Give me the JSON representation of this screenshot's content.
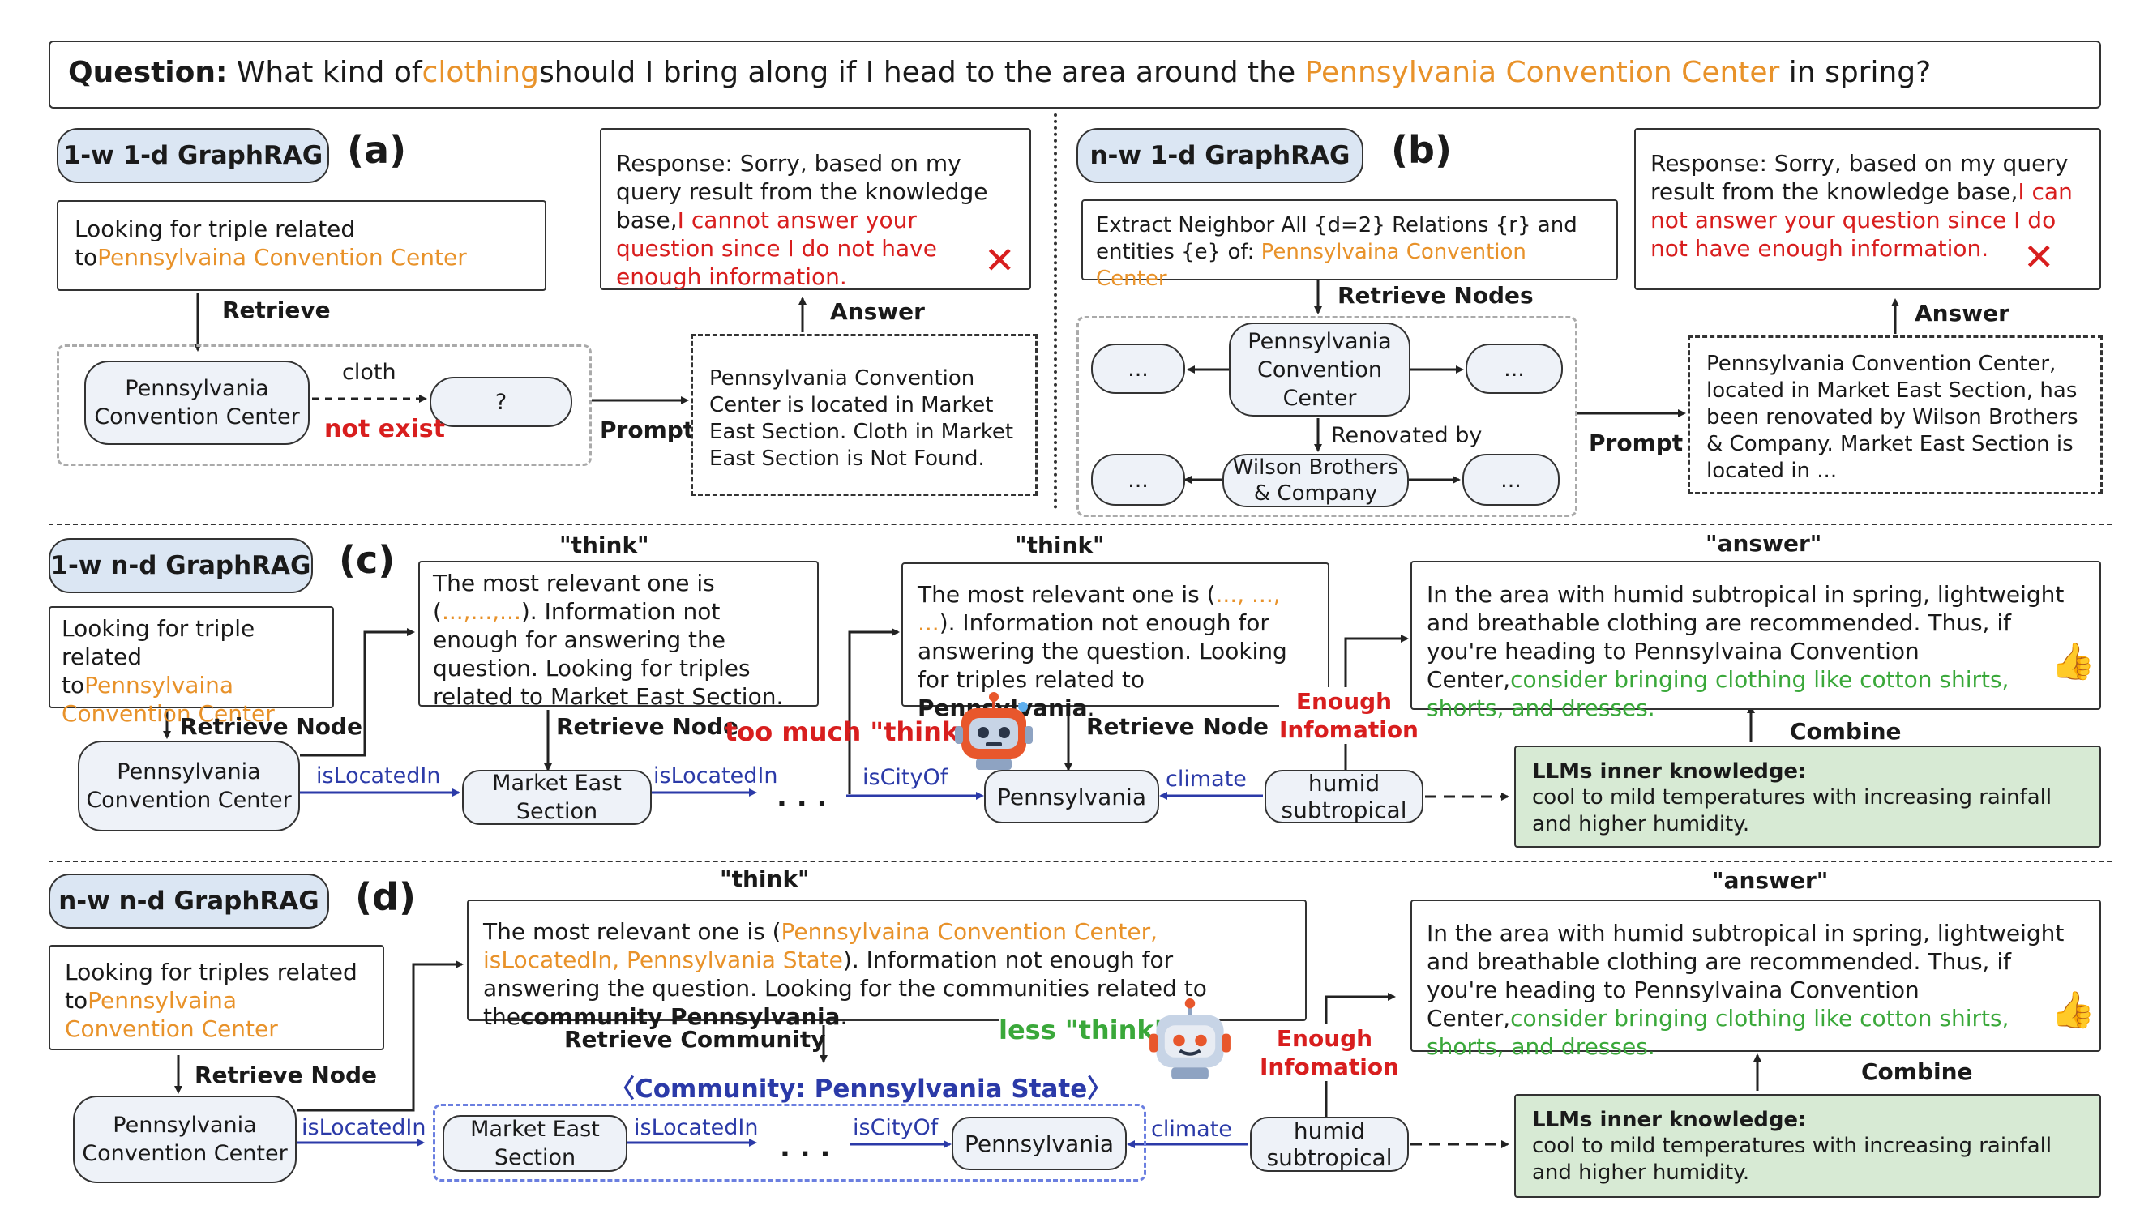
{
  "question": {
    "label": "Question:",
    "part1": " What kind of",
    "highlight1": "clothing",
    "part2": "should I bring along if I head to the area around the ",
    "highlight2": "Pennsylvania Convention Center",
    "part3": " in spring?"
  },
  "panel_a": {
    "pill": "1-w 1-d GraphRAG",
    "tag": "(a)",
    "query_text": "Looking for triple related to",
    "query_entity": "Pennsylvaina Convention Center",
    "retrieve": "Retrieve",
    "node_main": "Pennsylvania Convention Center",
    "edge_label": "cloth",
    "node_unknown": "?",
    "not_exist": "not exist",
    "prompt": "Prompt",
    "context": "Pennsylvania Convention Center is located in Market East Section. Cloth in Market East Section is Not Found.",
    "answer": "Answer",
    "response_black": "Response: Sorry, based on my query result from the knowledge base,",
    "response_red": "I cannot answer your question since I do not have enough information.",
    "cross": "✕"
  },
  "panel_b": {
    "pill": "n-w 1-d GraphRAG",
    "tag": "(b)",
    "query_text": "Extract Neighbor All {d=2} Relations {r} and entities {e} of: ",
    "query_entity": "Pennsylvaina Convention Center",
    "retrieve": "Retrieve Nodes",
    "node_center": "Pennsylvania Convention Center",
    "node_dots": "...",
    "edge_label": "Renovated by",
    "node_wilson": "Wilson Brothers & Company",
    "prompt": "Prompt",
    "context": "Pennsylvania Convention Center, located in Market East Section, has been renovated by Wilson Brothers & Company. Market East Section is located in ...",
    "answer": "Answer",
    "response_black": "Response: Sorry, based on my query result from the knowledge base,",
    "response_red": "I can not answer your question since I do not have enough information.",
    "cross": "✕"
  },
  "panel_c": {
    "pill": "1-w n-d GraphRAG",
    "tag": "(c)",
    "query_text": "Looking for triple related to",
    "query_entity": "Pennsylvaina Convention Center",
    "retrieve_node": "Retrieve Node",
    "think_label": "\"think\"",
    "think1_a": "The most relevant one is (",
    "think1_b": "...,...,...",
    "think1_c": "). Information not enough for answering the question. Looking for triples related to Market East Section.",
    "think2_a": "The most relevant one is (",
    "think2_b": "..., ..., ...",
    "think2_c": "). Information not enough for answering the question. Looking for triples related to ",
    "think2_d": "Pennsylvania",
    "think2_e": ".",
    "too_much": "too much \"think\"",
    "node_pcc": "Pennsylvania Convention Center",
    "edge1": "isLocatedIn",
    "node_mes": "Market East Section",
    "edge2": "isLocatedIn",
    "dots": ". . .",
    "edge3": "isCityOf",
    "node_pa": "Pennsylvania",
    "edge4": "climate",
    "node_humid": "humid subtropical",
    "enough": "Enough Infomation",
    "answer_label": "\"answer\"",
    "answer_black": "In the area with humid subtropical in spring, lightweight and breathable clothing are recommended. Thus, if you're heading to Pennsylvaina Convention Center,",
    "answer_green": "consider bringing clothing like cotton shirts, shorts, and dresses.",
    "combine": "Combine",
    "llm_title": "LLMs inner knowledge:",
    "llm_text": "cool to mild temperatures with increasing rainfall and higher humidity.",
    "thumb": "👍"
  },
  "panel_d": {
    "pill": "n-w n-d GraphRAG",
    "tag": "(d)",
    "query_text": "Looking for triples related to",
    "query_entity": "Pennsylvaina Convention Center",
    "retrieve_node": "Retrieve Node",
    "think_label": "\"think\"",
    "think_a": "The most relevant one is (",
    "think_b": "Pennsylvaina Convention Center, isLocatedIn, Pennsylvania State",
    "think_c": "). Information not enough for answering the question. Looking for the communities related to the",
    "think_d": "community Pennsylvania",
    "think_e": ".",
    "retrieve_community": "Retrieve Community",
    "less": "less \"think\"",
    "community": "〈Community:  Pennsylvania State〉",
    "node_pcc": "Pennsylvania Convention Center",
    "edge1": "isLocatedIn",
    "node_mes": "Market East Section",
    "edge2": "isLocatedIn",
    "dots": ". . .",
    "edge3": "isCityOf",
    "node_pa": "Pennsylvania",
    "edge4": "climate",
    "node_humid": "humid subtropical",
    "enough": "Enough Infomation",
    "answer_label": "\"answer\"",
    "answer_black": "In the area with humid subtropical in spring, lightweight and breathable clothing are recommended. Thus, if you're heading to Pennsylvaina Convention Center,",
    "answer_green": "consider bringing clothing like cotton shirts, shorts, and dresses.",
    "combine": "Combine",
    "llm_title": "LLMs inner knowledge:",
    "llm_text": "cool to mild temperatures with increasing rainfall and higher humidity.",
    "thumb": "👍"
  },
  "colors": {
    "orange": "#e8922a",
    "red": "#d81e1e",
    "green": "#3aa83a",
    "blue": "#2b3aa8",
    "pill": "#dbe6f3",
    "node": "#eef2f8",
    "llm_box": "#d7ead4"
  }
}
